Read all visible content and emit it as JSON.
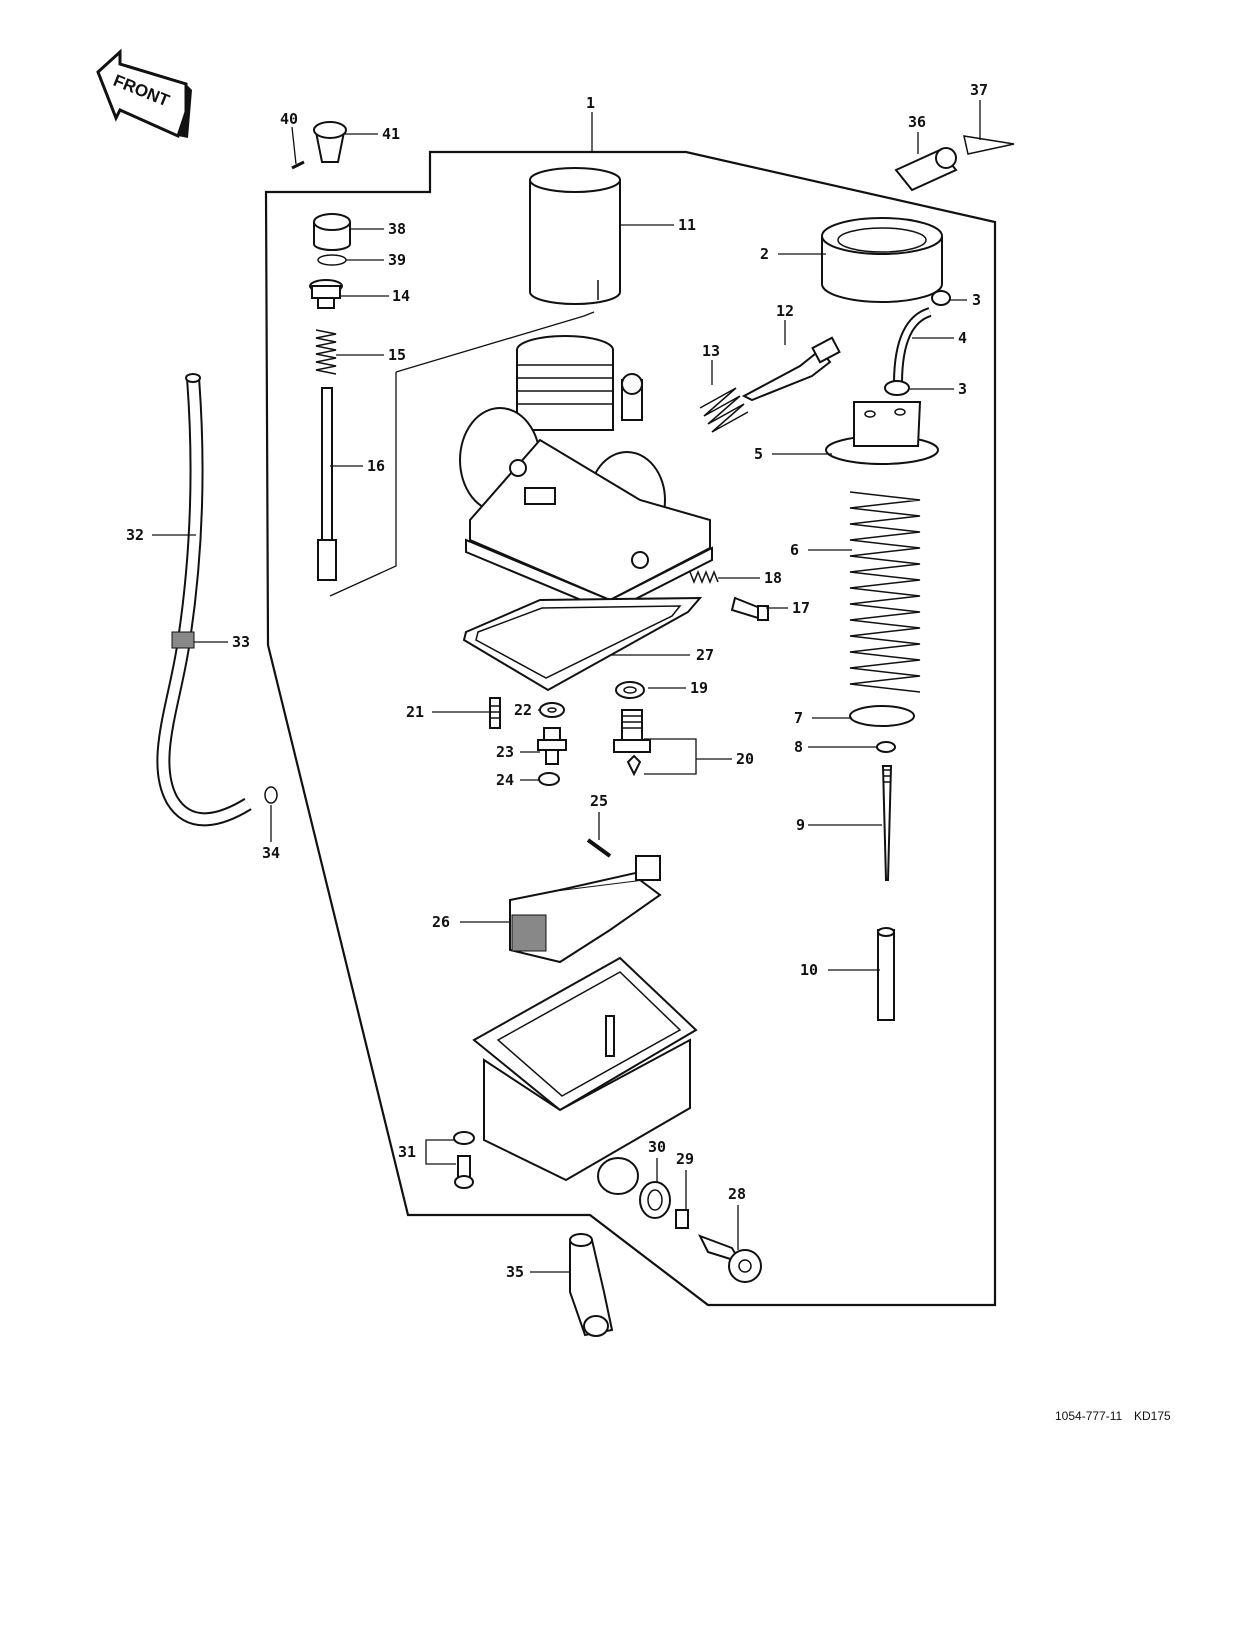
{
  "diagram": {
    "front_arrow_text": "FRONT",
    "reference_code": "1054-777-11",
    "model_code": "KD175",
    "callouts": [
      {
        "id": "c1",
        "label": "1"
      },
      {
        "id": "c2",
        "label": "2"
      },
      {
        "id": "c3a",
        "label": "3"
      },
      {
        "id": "c3b",
        "label": "3"
      },
      {
        "id": "c4",
        "label": "4"
      },
      {
        "id": "c5",
        "label": "5"
      },
      {
        "id": "c6",
        "label": "6"
      },
      {
        "id": "c7",
        "label": "7"
      },
      {
        "id": "c8",
        "label": "8"
      },
      {
        "id": "c9",
        "label": "9"
      },
      {
        "id": "c10",
        "label": "10"
      },
      {
        "id": "c11",
        "label": "11"
      },
      {
        "id": "c12",
        "label": "12"
      },
      {
        "id": "c13",
        "label": "13"
      },
      {
        "id": "c14",
        "label": "14"
      },
      {
        "id": "c15",
        "label": "15"
      },
      {
        "id": "c16",
        "label": "16"
      },
      {
        "id": "c17",
        "label": "17"
      },
      {
        "id": "c18",
        "label": "18"
      },
      {
        "id": "c19",
        "label": "19"
      },
      {
        "id": "c20",
        "label": "20"
      },
      {
        "id": "c21",
        "label": "21"
      },
      {
        "id": "c22",
        "label": "22"
      },
      {
        "id": "c23",
        "label": "23"
      },
      {
        "id": "c24",
        "label": "24"
      },
      {
        "id": "c25",
        "label": "25"
      },
      {
        "id": "c26",
        "label": "26"
      },
      {
        "id": "c27",
        "label": "27"
      },
      {
        "id": "c28",
        "label": "28"
      },
      {
        "id": "c29",
        "label": "29"
      },
      {
        "id": "c30",
        "label": "30"
      },
      {
        "id": "c31",
        "label": "31"
      },
      {
        "id": "c32",
        "label": "32"
      },
      {
        "id": "c33",
        "label": "33"
      },
      {
        "id": "c34",
        "label": "34"
      },
      {
        "id": "c35",
        "label": "35"
      },
      {
        "id": "c36",
        "label": "36"
      },
      {
        "id": "c37",
        "label": "37"
      },
      {
        "id": "c38",
        "label": "38"
      },
      {
        "id": "c39",
        "label": "39"
      },
      {
        "id": "c40",
        "label": "40"
      },
      {
        "id": "c41",
        "label": "41"
      }
    ]
  }
}
